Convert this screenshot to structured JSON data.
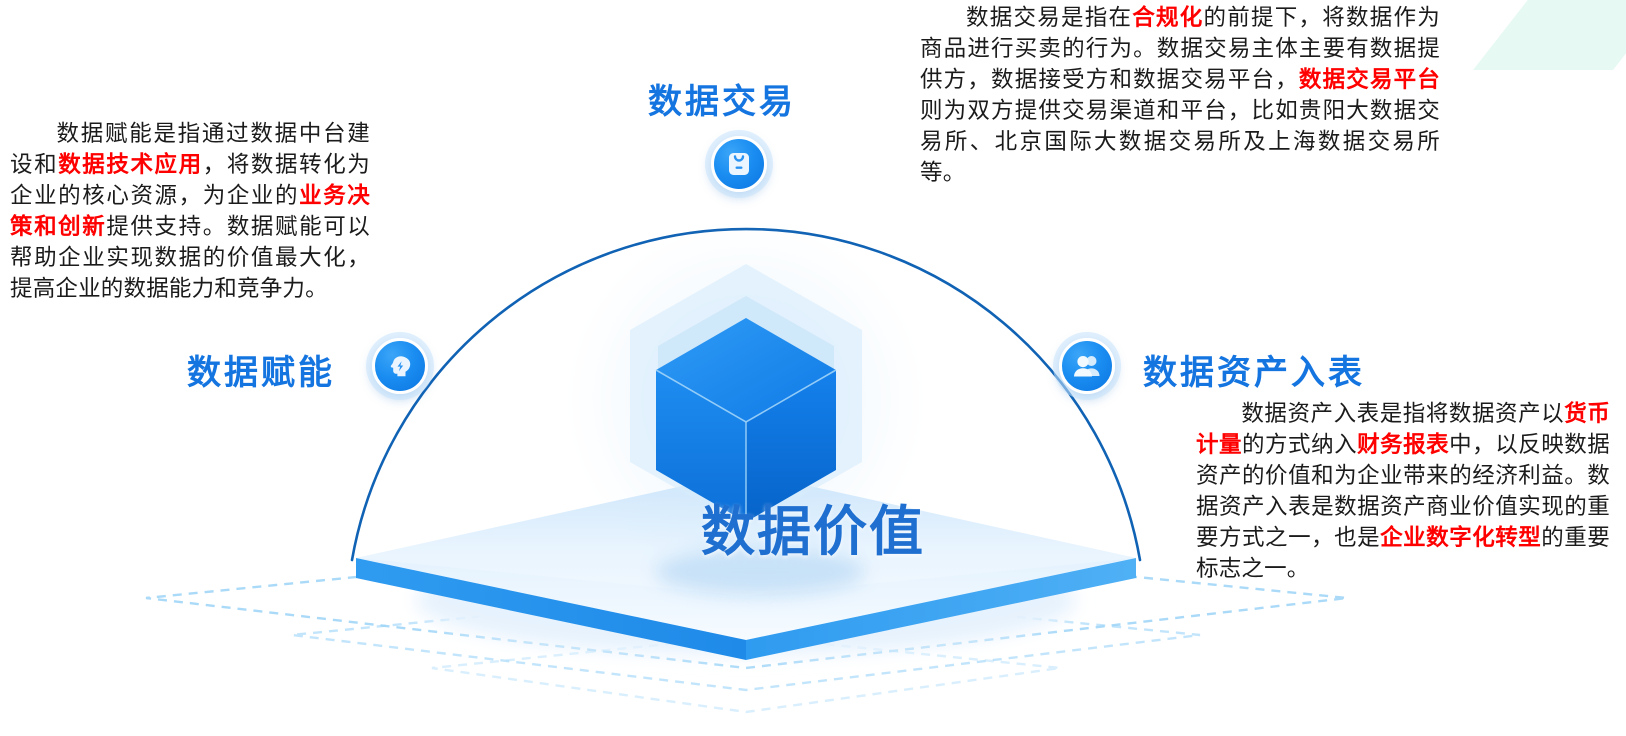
{
  "theme": {
    "accent_blue": "#1575e0",
    "node_blue": "#1b8ef2",
    "highlight_red": "#ff0000",
    "center_text_blue": "#1f6fd0",
    "arc_stroke": "#1062b4",
    "platform_light": "#e8f4fe",
    "platform_edge": "#2f9bf0",
    "dashed_diamond": "#9ed5f8",
    "corner_deco": "#e3f8f1"
  },
  "center": {
    "label": "数据价值",
    "cube_icon": "3d-cube-icon"
  },
  "nodes": [
    {
      "id": "trade",
      "title": "数据交易",
      "icon": "shopping-bag-icon",
      "paragraph": {
        "indent": true,
        "runs": [
          {
            "text": "数据交易是指在",
            "highlight": false
          },
          {
            "text": "合规化",
            "highlight": true
          },
          {
            "text": "的前提下，将数据作为商品进行买卖的行为。数据交易主体主要有数据提供方，数据接受方和数据交易平台，",
            "highlight": false
          },
          {
            "text": "数据交易平台",
            "highlight": true
          },
          {
            "text": "则为双方提供交易渠道和平台，比如贵阳大数据交易所、北京国际大数据交易所及上海数据交易所等。",
            "highlight": false
          }
        ]
      }
    },
    {
      "id": "empower",
      "title": "数据赋能",
      "icon": "head-lightning-icon",
      "paragraph": {
        "indent": true,
        "runs": [
          {
            "text": "数据赋能是指通过数据中台建设和",
            "highlight": false
          },
          {
            "text": "数据技术应用",
            "highlight": true
          },
          {
            "text": "，将数据转化为企业的核心资源，为企业的",
            "highlight": false
          },
          {
            "text": "业务决策和创新",
            "highlight": true
          },
          {
            "text": "提供支持。数据赋能可以帮助企业实现数据的价值最大化，提高企业的数据能力和竞争力。",
            "highlight": false
          }
        ]
      }
    },
    {
      "id": "asset",
      "title": "数据资产入表",
      "icon": "users-group-icon",
      "paragraph": {
        "indent": true,
        "runs": [
          {
            "text": "数据资产入表是指将数据资产以",
            "highlight": false
          },
          {
            "text": "货币计量",
            "highlight": true
          },
          {
            "text": "的方式纳入",
            "highlight": false
          },
          {
            "text": "财务报表",
            "highlight": true
          },
          {
            "text": "中，以反映数据资产的价值和为企业带来的经济利益。数据资产入表是数据资产商业价值实现的重要方式之一，也是",
            "highlight": false
          },
          {
            "text": "企业数字化转型",
            "highlight": true
          },
          {
            "text": "的重要标志之一。",
            "highlight": false
          }
        ]
      }
    }
  ],
  "decor": {
    "arc": "semicircle-connector-arc",
    "platform": "isometric-platform",
    "dashed_layers": 3,
    "corner_shape": "mint-parallelogram"
  }
}
